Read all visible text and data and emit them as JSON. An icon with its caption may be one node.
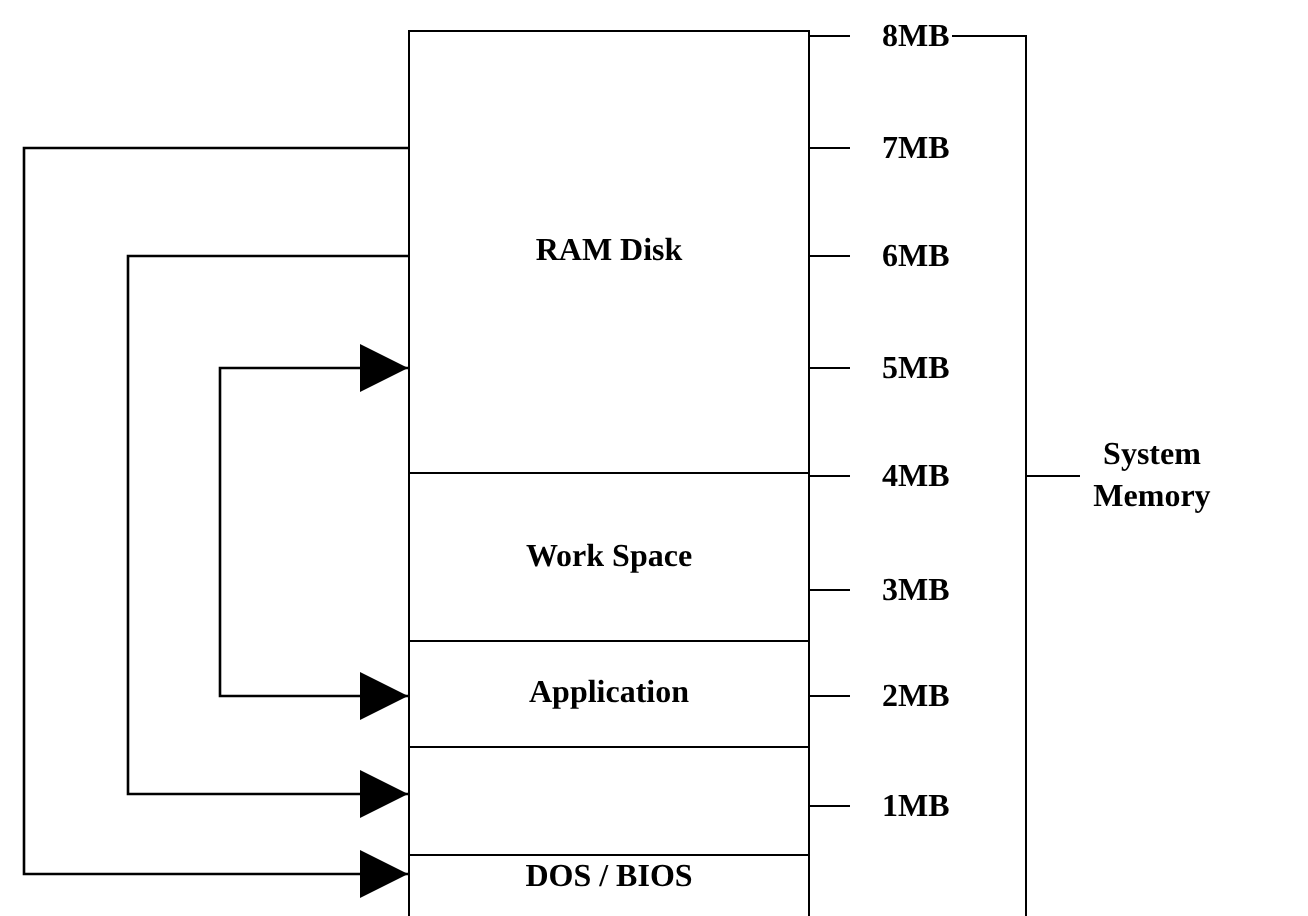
{
  "diagram": {
    "nodes": [
      {
        "text": [
          "RAM Disk"
        ]
      },
      {
        "text": [
          "Work Space"
        ]
      },
      {
        "text": [
          "Application"
        ]
      },
      {
        "text": [],
        "shape": "box"
      },
      {
        "text": [
          "DOS / BIOS"
        ]
      }
    ],
    "edges": [
      {
        "from": 0,
        "to": 4,
        "arrow": "to"
      },
      {
        "from": 0,
        "to": 3,
        "arrow": "to"
      },
      {
        "from": 0,
        "to": 2,
        "arrow": "both"
      }
    ],
    "labels": [
      "8MB",
      "7MB",
      "6MB",
      "5MB",
      "4MB",
      "3MB",
      "2MB",
      "1MB",
      "System Memory"
    ]
  }
}
